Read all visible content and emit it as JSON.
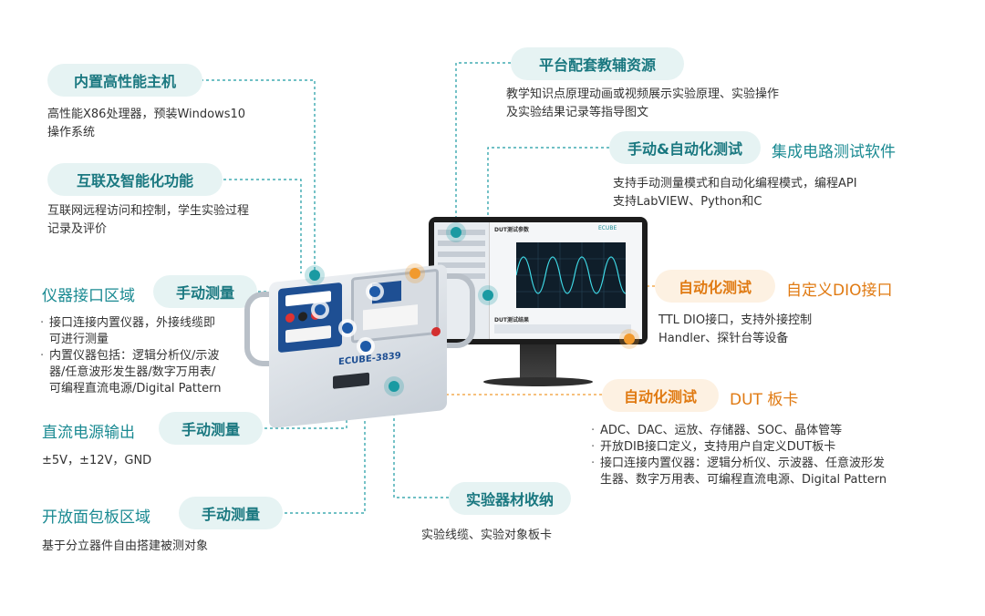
{
  "left": {
    "host": {
      "title": "内置高性能主机",
      "desc": [
        "高性能X86处理器，预装Windows10",
        "操作系统"
      ]
    },
    "internet": {
      "title": "互联及智能化功能",
      "desc": [
        "互联网远程访问和控制，学生实验过程",
        "记录及评价"
      ]
    },
    "instrument": {
      "heading": "仪器接口区域",
      "tag": "手动测量",
      "bullets": [
        [
          "接口连接内置仪器，外接线缆即",
          "可进行测量"
        ],
        [
          "内置仪器包括：逻辑分析仪/示波",
          "器/任意波形发生器/数字万用表/",
          "可编程直流电源/Digital Pattern"
        ]
      ]
    },
    "power": {
      "heading": "直流电源输出",
      "tag": "手动测量",
      "desc": "±5V，±12V，GND"
    },
    "breadboard": {
      "heading": "开放面包板区域",
      "tag": "手动测量",
      "desc": "基于分立器件自由搭建被测对象"
    }
  },
  "right": {
    "resources": {
      "title": "平台配套教辅资源",
      "desc": [
        "教学知识点原理动画或视频展示实验原理、实验操作",
        "及实验结果记录等指导图文"
      ]
    },
    "software": {
      "tag": "手动&自动化测试",
      "heading": "集成电路测试软件",
      "desc": [
        "支持手动测量模式和自动化编程模式，编程API",
        "支持LabVIEW、Python和C"
      ]
    },
    "dio": {
      "tag": "自动化测试",
      "heading": "自定义DIO接口",
      "desc": [
        "TTL  DIO接口，支持外接控制",
        "Handler、探针台等设备"
      ]
    },
    "dut": {
      "tag": "自动化测试",
      "heading": "DUT 板卡",
      "bullets": [
        [
          "ADC、DAC、运放、存储器、SOC、晶体管等"
        ],
        [
          "开放DIB接口定义，支持用户自定义DUT板卡"
        ],
        [
          "接口连接内置仪器：逻辑分析仪、示波器、任意波形发",
          "生器、数字万用表、可编程直流电源、Digital Pattern"
        ]
      ]
    },
    "storage": {
      "title": "实验器材收纳",
      "desc": "实验线缆、实验对象板卡"
    }
  },
  "device": {
    "brand": "ECUBE-3839",
    "logo": "ECUBE"
  },
  "monitor": {
    "window_title": "DUT测试参数",
    "results_title": "DUT测试结果",
    "brand": "ECUBE"
  },
  "colors": {
    "teal": "#1a8a92",
    "teal_bg": "#e6f3f3",
    "orange": "#e07a12",
    "orange_bg": "#fdf1e2",
    "device_blue": "#1e4f93"
  }
}
